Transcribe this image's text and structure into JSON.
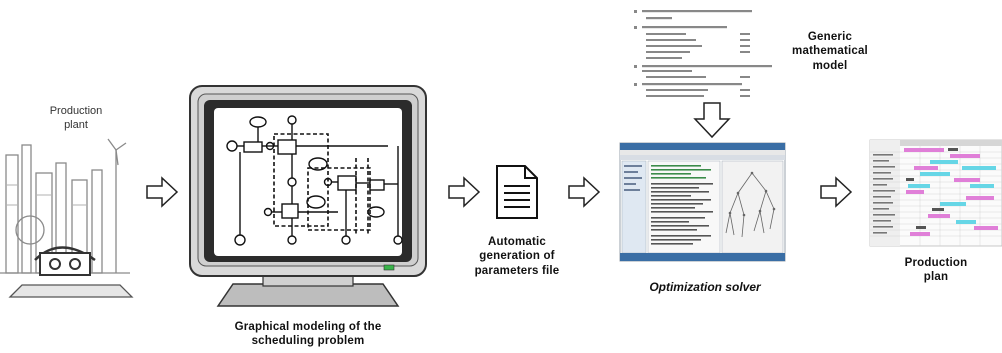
{
  "stages": {
    "plant": {
      "label_lines": [
        "Production",
        "plant"
      ]
    },
    "modeling": {
      "label_lines": [
        "Graphical modeling of the",
        "scheduling problem"
      ]
    },
    "params": {
      "label_lines": [
        "Automatic",
        "generation of",
        "parameters file"
      ]
    },
    "solver": {
      "label": "Optimization solver"
    },
    "model": {
      "label_lines": [
        "Generic",
        "mathematical",
        "model"
      ]
    },
    "plan": {
      "label_lines": [
        "Production",
        "plan"
      ]
    }
  },
  "icons": {
    "plant": "factory-icon",
    "monitor": "crt-monitor-icon",
    "document": "document-icon",
    "solver": "solver-screenshot",
    "equations": "equations-sheet",
    "gantt": "gantt-chart",
    "arrow": "hollow-arrow-icon"
  },
  "colors": {
    "ink": "#222222",
    "monitor_case": "#d9d9d9",
    "monitor_dark": "#2b2b2b",
    "gantt_magenta": "#e07fd8",
    "gantt_cyan": "#66d6e6",
    "solver_panel": "#dfe8f2"
  }
}
